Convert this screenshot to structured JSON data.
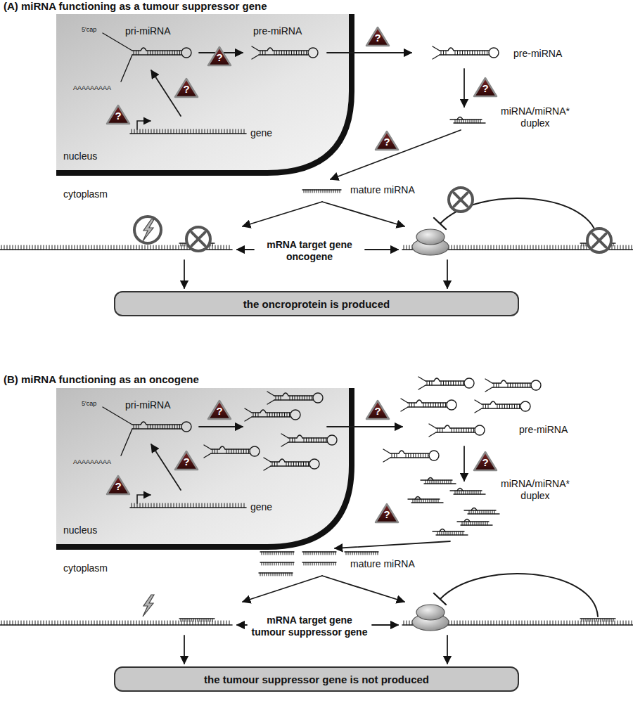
{
  "diagram": {
    "nodes": [
      {
        "text": [
          "nucleus"
        ]
      },
      {
        "text": [
          "?"
        ],
        "in": 0
      },
      {
        "text": [
          "?"
        ],
        "in": 0
      },
      {
        "text": [
          "?"
        ],
        "in": 0
      },
      {
        "text": [
          "?"
        ]
      },
      {
        "text": [
          "?"
        ]
      },
      {
        "text": [
          "?"
        ]
      },
      {
        "text": [
          "the oncroprotein is produced"
        ]
      },
      {
        "text": [
          "nucleus"
        ]
      },
      {
        "text": [
          "?"
        ],
        "in": 8
      },
      {
        "text": [
          "?"
        ],
        "in": 8
      },
      {
        "text": [
          "?"
        ],
        "in": 8
      },
      {
        "text": [
          "?"
        ]
      },
      {
        "text": [
          "?"
        ]
      },
      {
        "text": [
          "?"
        ]
      },
      {
        "text": [
          "the tumour suppressor gene is not produced"
        ]
      }
    ],
    "labels": [
      "(A) miRNA functioning as a tumour suppressor gene",
      "5'cap",
      "pri-miRNA",
      "pre-miRNA",
      "pre-miRNA",
      "AAAAAAAAA",
      "miRNA/miRNA* duplex",
      "gene",
      "cytoplasm",
      "mature miRNA",
      "mRNA target gene oncogene",
      "(B) miRNA functioning as an oncogene",
      "5'cap",
      "pri-miRNA",
      "AAAAAAAAA",
      "pre-miRNA",
      "miRNA/miRNA* duplex",
      "gene",
      "cytoplasm",
      "mature miRNA",
      "mRNA target gene tumour suppressor gene"
    ]
  }
}
